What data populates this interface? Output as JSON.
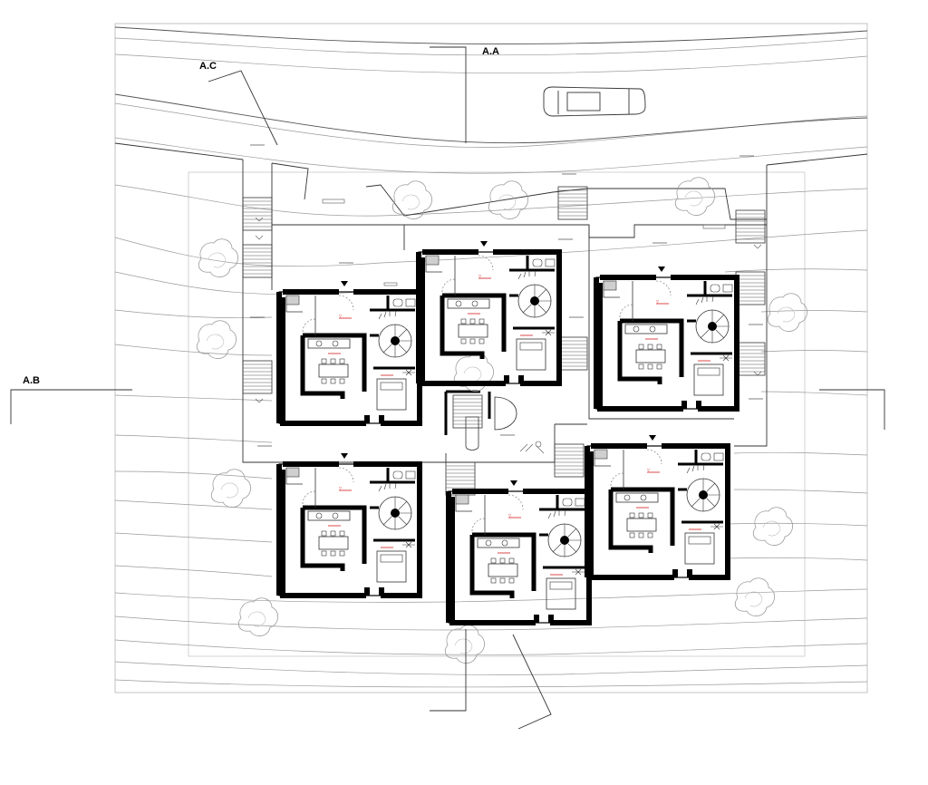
{
  "sections": {
    "a_a": "A.A",
    "a_b": "A.B",
    "a_c": "A.C"
  },
  "colors": {
    "wall": "#000000",
    "thin_line": "#444444",
    "contour": "#9a9a9a",
    "faint": "#b5b5b5",
    "tree": "#9a9a9a",
    "level_mark": "#d21b1b",
    "background": "#ffffff"
  },
  "icons": [
    "tree-icon",
    "car-icon",
    "spiral-stair-icon",
    "north-arrow-icon",
    "level-marker-icon"
  ]
}
